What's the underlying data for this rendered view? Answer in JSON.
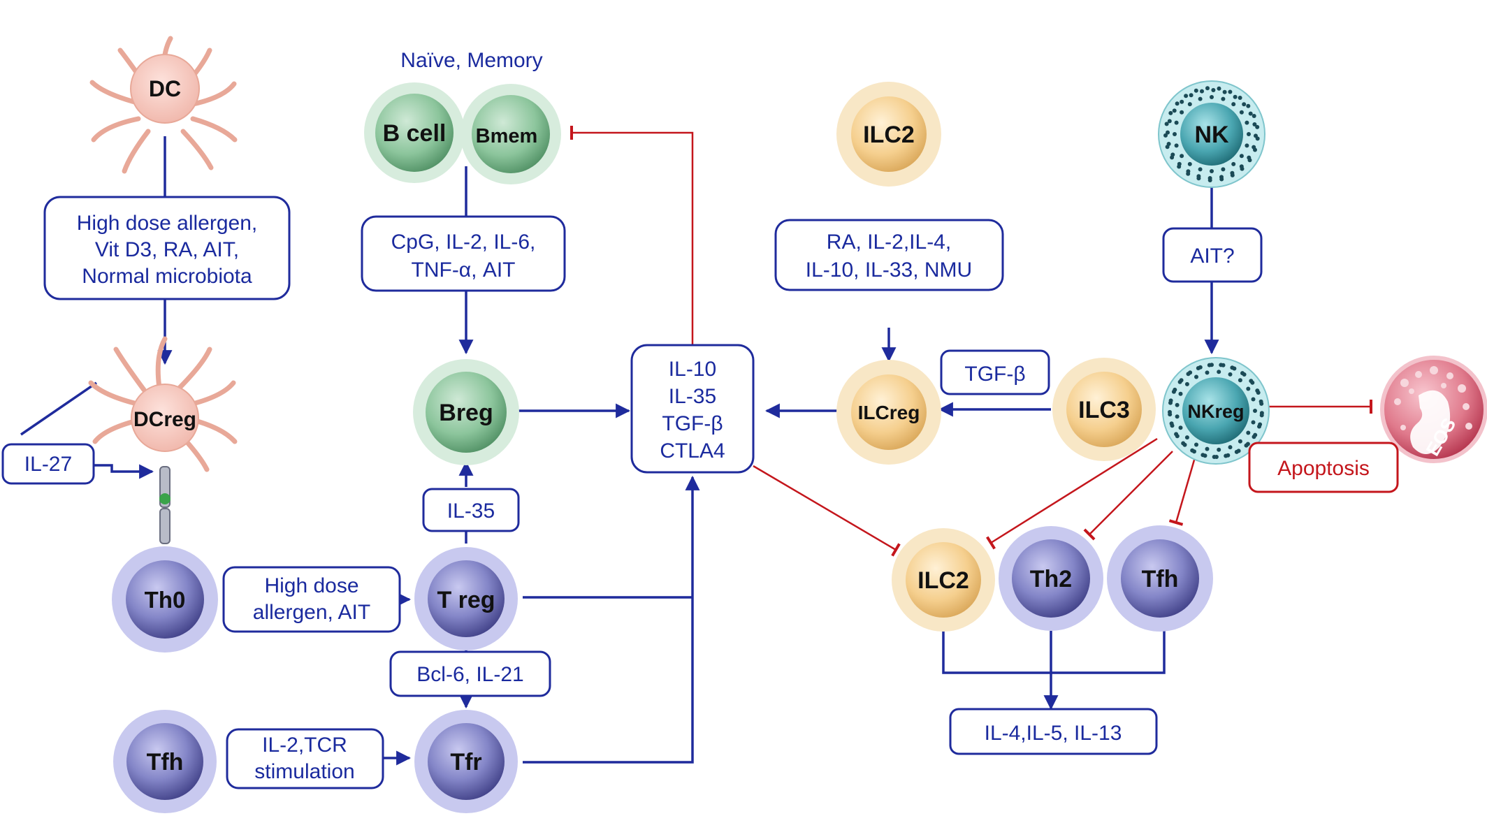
{
  "colors": {
    "arrow_blue": "#1f2b9c",
    "inhibit_red": "#c4161c",
    "text_blue": "#1a2a9e",
    "dc_fill": "#f6c9c0",
    "b_green": "#8fc6a0",
    "ilc_orange": "#f4d19a",
    "t_purple": "#8e8fd0",
    "nk_teal": "#5fb8c0",
    "eos_red": "#d4475c"
  },
  "cells": {
    "dc": "DC",
    "dcreg": "DCreg",
    "bcell": "B cell",
    "bmem": "Bmem",
    "breg": "Breg",
    "ilc2_top": "ILC2",
    "ilcreg": "ILCreg",
    "ilc3": "ILC3",
    "nk": "NK",
    "nkreg": "NKreg",
    "eos": "EOS",
    "th0": "Th0",
    "treg": "T reg",
    "tfh_left": "Tfh",
    "tfr": "Tfr",
    "ilc2_bottom": "ILC2",
    "th2": "Th2",
    "tfh_right": "Tfh"
  },
  "labels": {
    "naive_memory": "Naïve, Memory",
    "dc_inducers": [
      "High dose allergen,",
      "Vit D3, RA, AIT,",
      "Normal microbiota"
    ],
    "il27": "IL-27",
    "b_inducers": [
      "CpG, IL-2, IL-6,",
      "TNF-α, AIT"
    ],
    "il35": "IL-35",
    "th0_inducers": [
      "High dose",
      "allergen, AIT"
    ],
    "bcl6": "Bcl-6, IL-21",
    "tfh_inducers": [
      "IL-2,TCR",
      "stimulation"
    ],
    "central_cytokines": [
      "IL-10",
      "IL-35",
      "TGF-β",
      "CTLA4"
    ],
    "ilc_inducers": [
      "RA, IL-2,IL-4,",
      "IL-10, IL-33, NMU"
    ],
    "tgfb": "TGF-β",
    "ait_q": "AIT?",
    "apoptosis": "Apoptosis",
    "effector_cytokines": "IL-4,IL-5, IL-13"
  }
}
